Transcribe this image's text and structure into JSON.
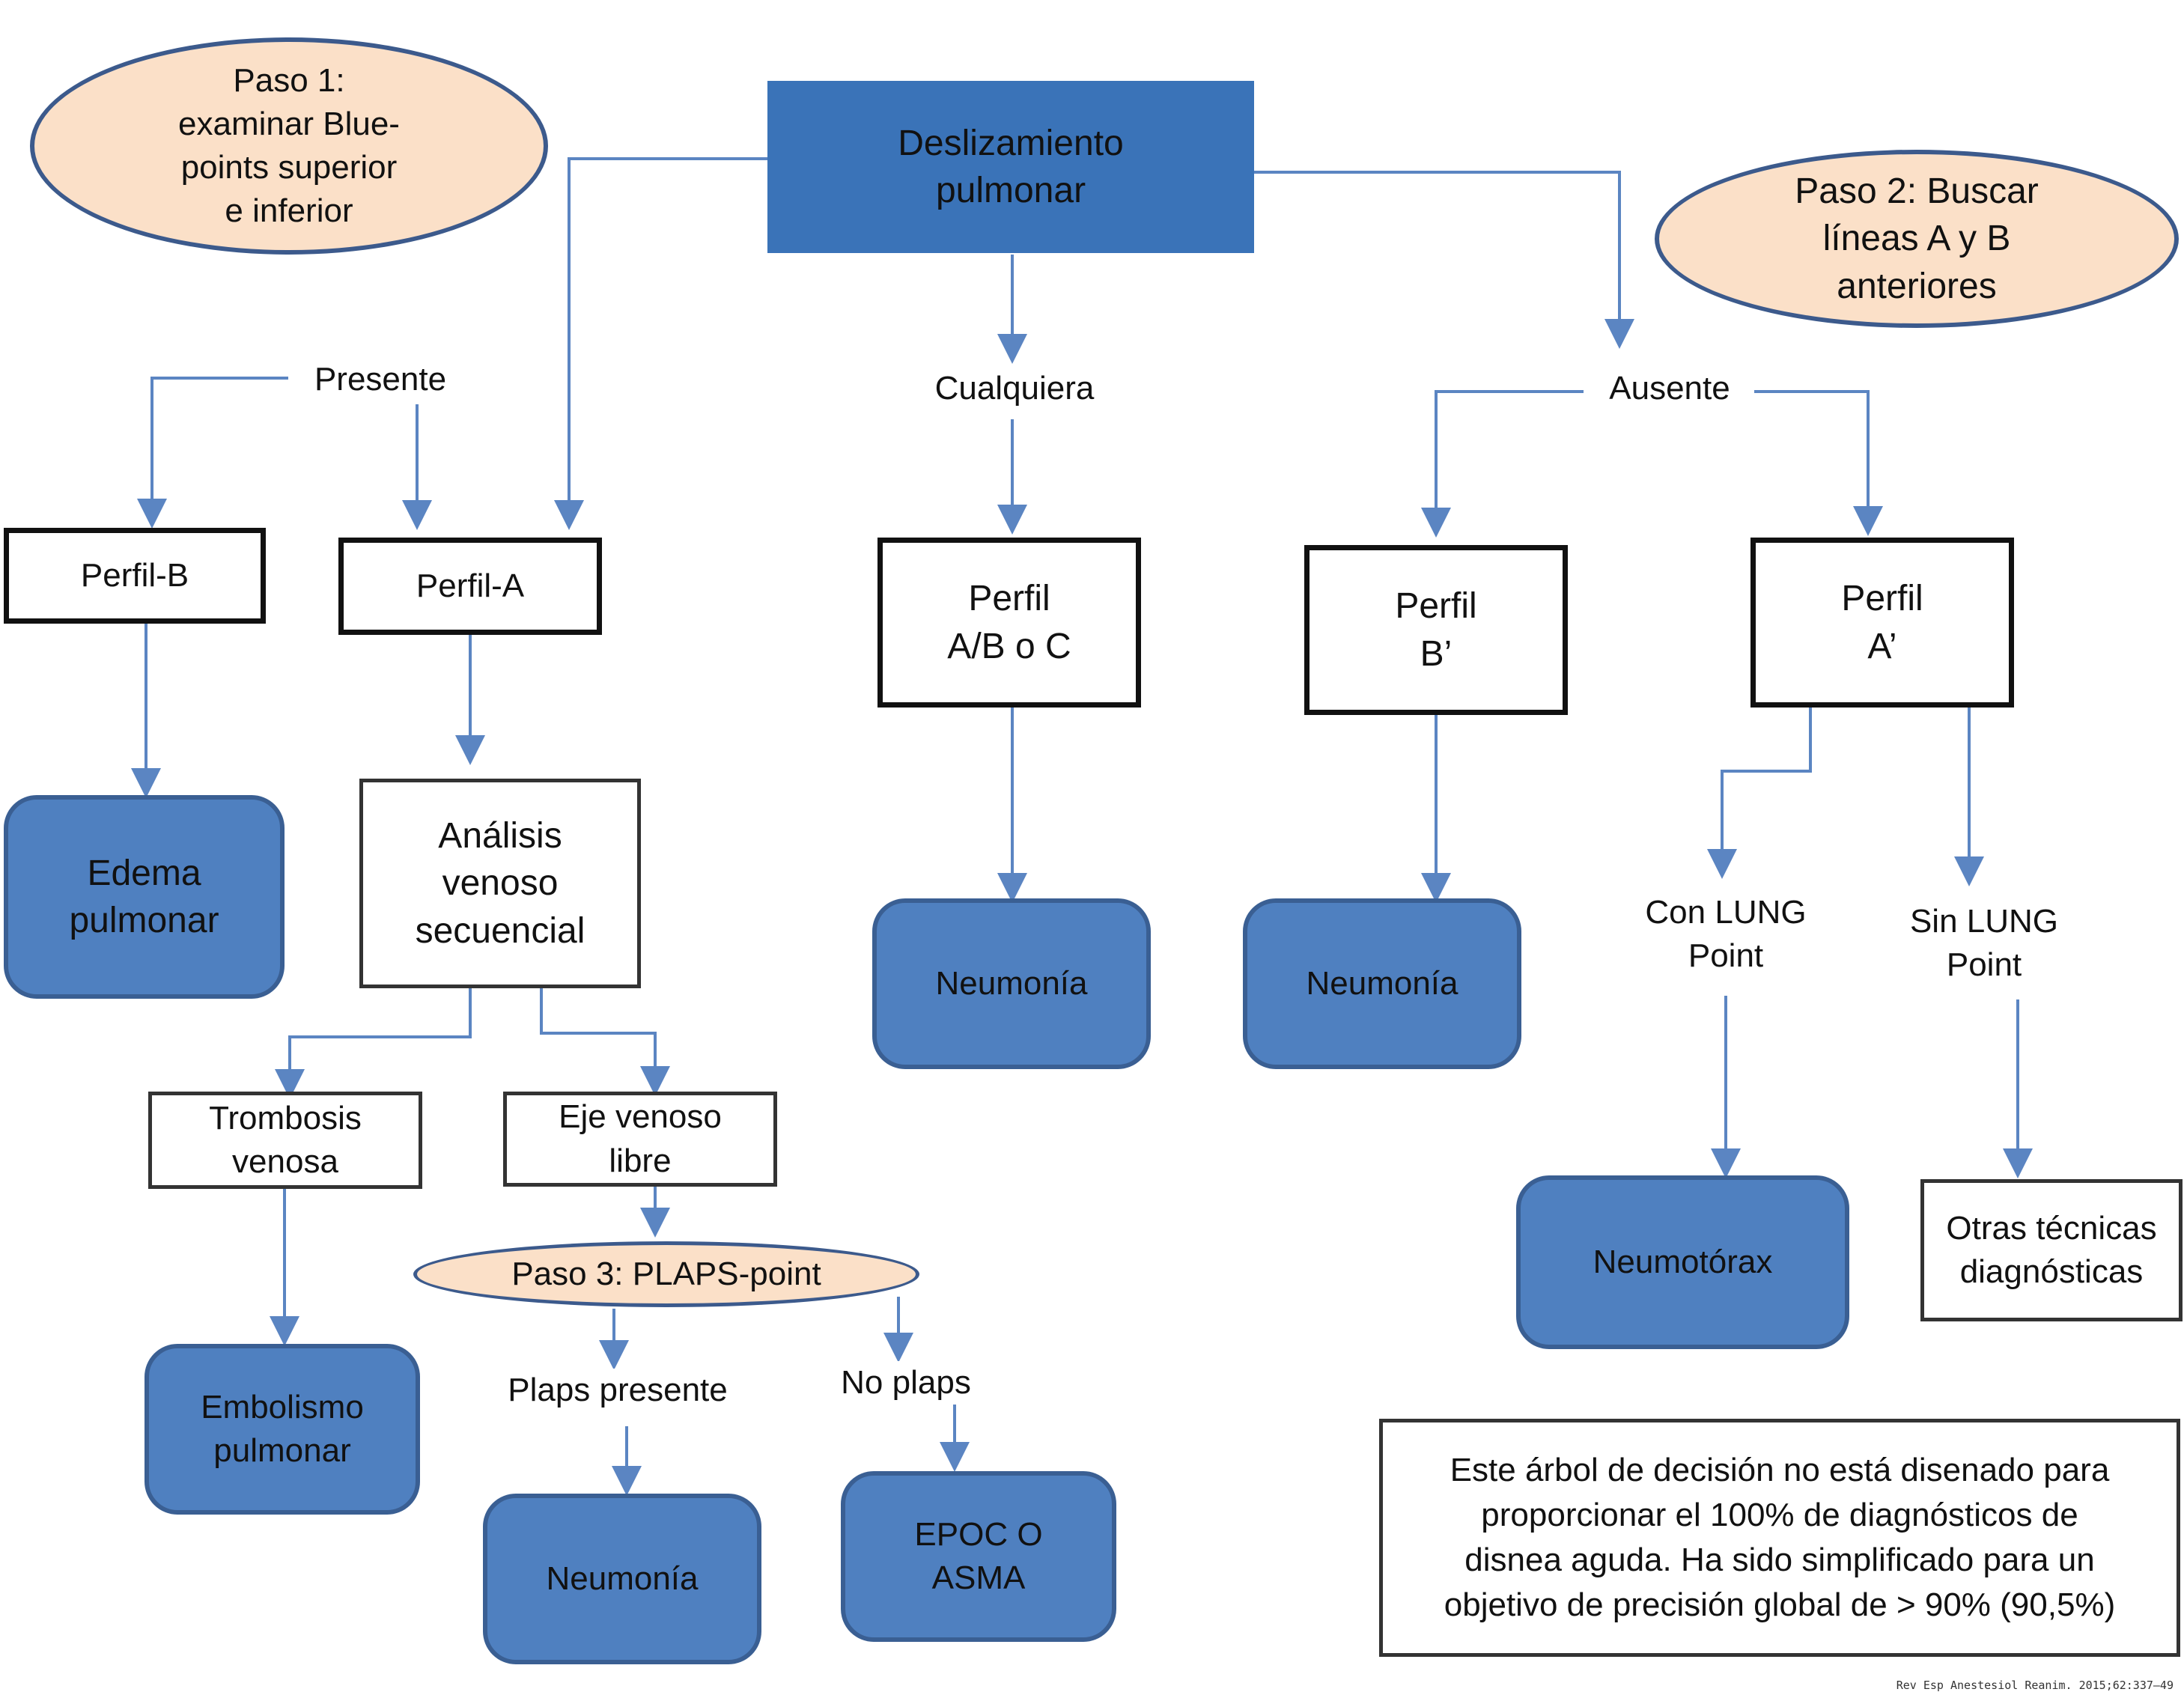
{
  "colors": {
    "connector": "#5b85c2",
    "ellipse_fill": "#fbe0c8",
    "primary_box": "#3a73b8",
    "result_box": "#4f80c0"
  },
  "steps": {
    "step1": "Paso 1:\nexaminar Blue-\npoints superior\ne inferior",
    "step2": "Paso 2: Buscar\nlíneas A y B\nanteriores",
    "step3": "Paso 3: PLAPS-point"
  },
  "root": "Deslizamiento\npulmonar",
  "branches": {
    "presente": "Presente",
    "cualquiera": "Cualquiera",
    "ausente": "Ausente",
    "con_lung_point": "Con LUNG\nPoint",
    "sin_lung_point": "Sin LUNG\nPoint",
    "plaps_presente": "Plaps presente",
    "no_plaps": "No plaps"
  },
  "profiles": {
    "perfil_b": "Perfil-B",
    "perfil_a": "Perfil-A",
    "perfil_ab_c": "Perfil\nA/B o C",
    "perfil_b_prime": "Perfil\nB’",
    "perfil_a_prime": "Perfil\nA’"
  },
  "analysis": {
    "venous_analysis": "Análisis\nvenoso\nsecuencial",
    "thrombosis": "Trombosis\nvenosa",
    "free_venous_axis": "Eje venoso\nlibre"
  },
  "diagnoses": {
    "edema": "Edema\npulmonar",
    "embolism": "Embolismo\npulmonar",
    "pneumonia_plaps": "Neumonía",
    "copd_asthma": "EPOC O\nASMA",
    "pneumonia_ab": "Neumonía",
    "pneumonia_b_prime": "Neumonía",
    "pneumothorax": "Neumotórax",
    "other_techniques": "Otras técnicas\ndiagnósticas"
  },
  "note": "Este árbol de decisión no está disenado para\nproporcionar el 100% de diagnósticos de\ndisnea aguda. Ha sido simplificado para un\nobjetivo de precisión global de > 90% (90,5%)",
  "citation": "Rev Esp Anestesiol Reanim. 2015;62:337–49"
}
